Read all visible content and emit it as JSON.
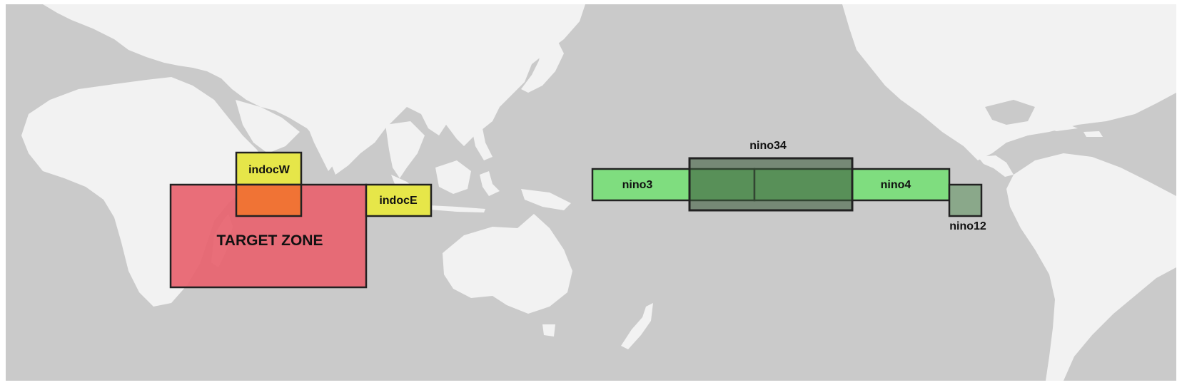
{
  "colors": {
    "ocean": "#cacaca",
    "land": "#f2f2f2",
    "target": "#e8636f",
    "indoc": "#e6e649",
    "overlap": "#f07335",
    "nino_green": "#7fdd7f",
    "nino34": "#4f7a4f",
    "nino12": "#8aa88a"
  },
  "regions": {
    "target_zone": {
      "label": "TARGET ZONE"
    },
    "indocW": {
      "label": "indocW"
    },
    "indocE": {
      "label": "indocE"
    },
    "nino3": {
      "label": "nino3"
    },
    "nino34": {
      "label": "nino34"
    },
    "nino4": {
      "label": "nino4"
    },
    "nino12": {
      "label": "nino12"
    }
  }
}
